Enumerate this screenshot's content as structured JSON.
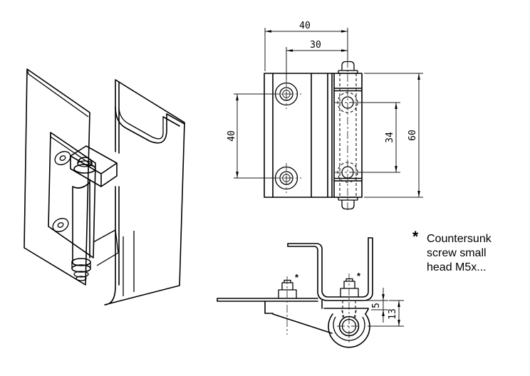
{
  "colors": {
    "line": "#000000",
    "background": "#ffffff"
  },
  "front_view": {
    "dim_width": "40",
    "dim_hole_offset": "30",
    "dim_hole_pitch": "40",
    "dim_knuckle_pitch": "34",
    "dim_height": "60"
  },
  "side_view": {
    "dim_flange_gap": "5",
    "dim_pin_depth": "13",
    "screw_marker": "*"
  },
  "note": {
    "marker": "*",
    "lines": [
      "Countersunk",
      "screw small",
      "head M5x..."
    ]
  }
}
